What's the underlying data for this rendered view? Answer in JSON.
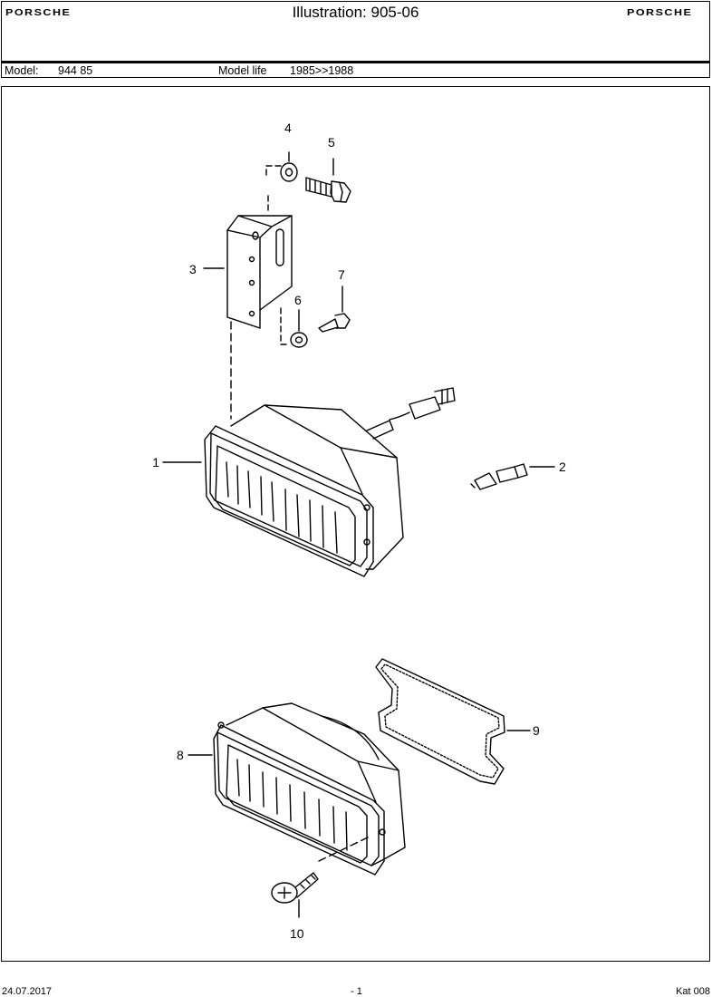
{
  "header": {
    "brand_left": "PORSCHE",
    "brand_right": "PORSCHE",
    "title": "Illustration: 905-06",
    "model_label": "Model:",
    "model_value": "944 85",
    "model_life_label": "Model life",
    "model_life_value": "1985>>1988"
  },
  "callouts": [
    "1",
    "2",
    "3",
    "4",
    "5",
    "6",
    "7",
    "8",
    "9",
    "10"
  ],
  "footer": {
    "date": "24.07.2017",
    "page": "- 1",
    "catalog": "Kat 008"
  }
}
